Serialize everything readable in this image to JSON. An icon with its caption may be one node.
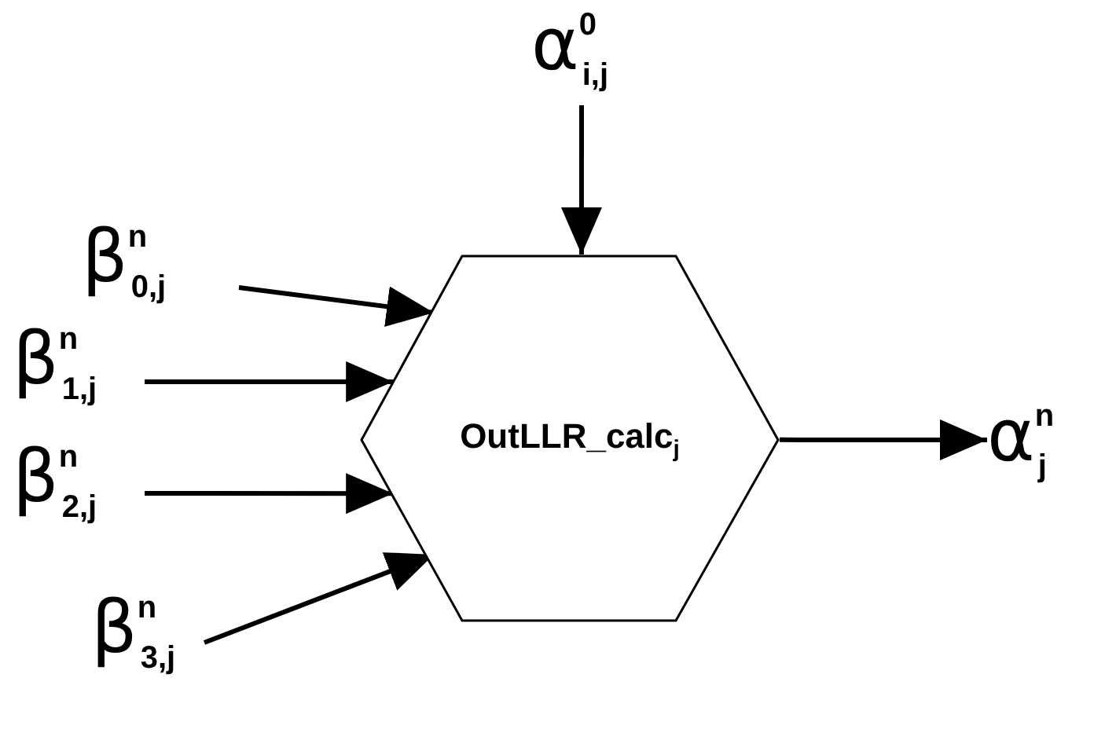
{
  "diagram": {
    "nodes": [
      {
        "text": [
          "OutLLR_calc$_{j}$"
        ]
      },
      {
        "text": [
          "α$^{0}$$_{i,j}$"
        ]
      },
      {
        "text": [
          "β$^{n}$$_{0,j}$"
        ]
      },
      {
        "text": [
          "β$^{n}$$_{1,j}$"
        ]
      },
      {
        "text": [
          "β$^{n}$$_{2,j}$"
        ]
      },
      {
        "text": [
          "β$^{n}$$_{3,j}$"
        ]
      },
      {
        "text": [
          "α$^{n}$$_{j}$"
        ]
      }
    ],
    "edges": [
      {
        "from": 1,
        "to": 0,
        "arrow": "to"
      },
      {
        "from": 2,
        "to": 0,
        "arrow": "to"
      },
      {
        "from": 3,
        "to": 0,
        "arrow": "to"
      },
      {
        "from": 4,
        "to": 0,
        "arrow": "to"
      },
      {
        "from": 5,
        "to": 0,
        "arrow": "to"
      },
      {
        "from": 0,
        "to": 6,
        "arrow": "to"
      }
    ]
  }
}
